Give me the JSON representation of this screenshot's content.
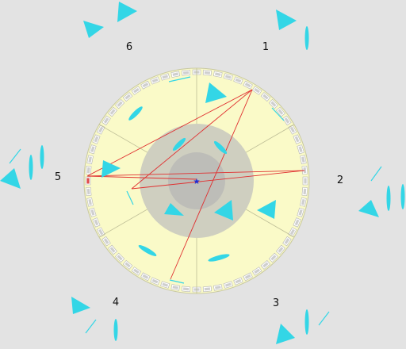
{
  "colors": {
    "background": "#e3e3e3",
    "table": "#fafac8",
    "table_border": "#c8c8a0",
    "inner_zone": "#cfcfc0",
    "center_zone": "#bdbdb8",
    "pieces": "#33d6e6",
    "trajectory": "#e03030",
    "marker": "#1d2bd6",
    "ring_slot_fill": "#cfcfcf",
    "ring_slot_highlight": "#e04a4a"
  },
  "players": [
    {
      "label": "1",
      "seat": "top-right"
    },
    {
      "label": "2",
      "seat": "right"
    },
    {
      "label": "3",
      "seat": "bottom-right"
    },
    {
      "label": "4",
      "seat": "bottom-left"
    },
    {
      "label": "5",
      "seat": "left"
    },
    {
      "label": "6",
      "seat": "top-left"
    }
  ],
  "ring": {
    "slot_count": 64,
    "highlighted_slot_index": 48
  },
  "center_marker_icon": "star-icon",
  "piece_icons": [
    "triangle-piece-icon",
    "ellipse-piece-icon",
    "line-piece-icon"
  ]
}
